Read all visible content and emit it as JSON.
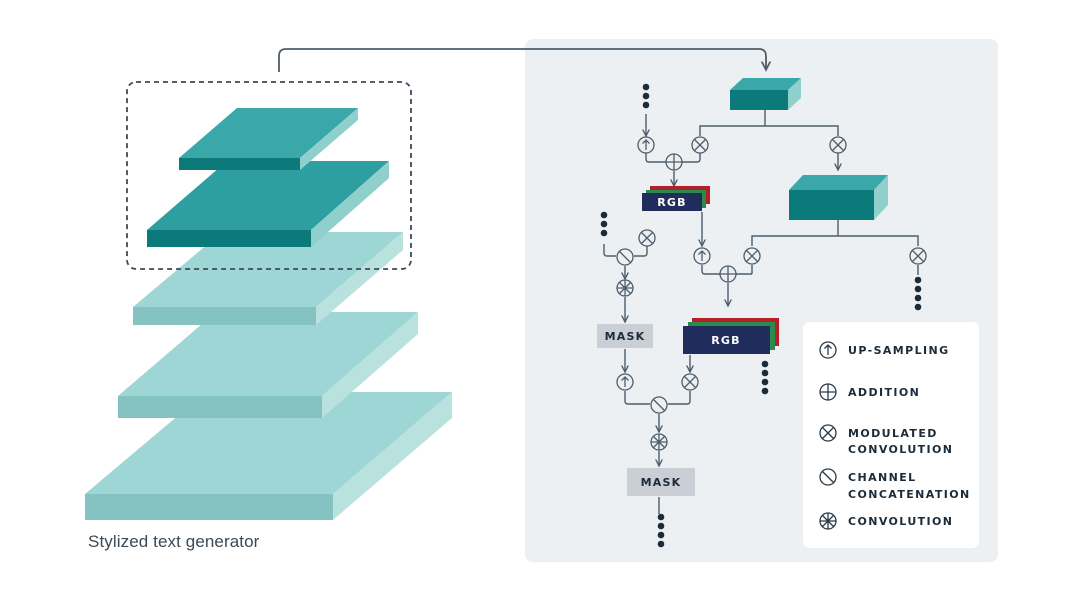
{
  "caption": "Stylized text generator",
  "blocks": {
    "rgb_1": "RGB",
    "rgb_2": "RGB",
    "mask_1": "MASK",
    "mask_2": "MASK"
  },
  "legend": {
    "items": [
      {
        "icon": "up-sampling-icon",
        "lines": [
          "UP-SAMPLING"
        ]
      },
      {
        "icon": "addition-icon",
        "lines": [
          "ADDITION"
        ]
      },
      {
        "icon": "modulated-convolution-icon",
        "lines": [
          "MODULATED",
          "CONVOLUTION"
        ]
      },
      {
        "icon": "channel-concatenation-icon",
        "lines": [
          "CHANNEL",
          "CONCATENATION"
        ]
      },
      {
        "icon": "convolution-icon",
        "lines": [
          "CONVOLUTION"
        ]
      }
    ]
  },
  "colors": {
    "teal_dark": "#0c7a7a",
    "teal_top": "#3aa7a9",
    "teal_side": "#8fd0cd",
    "light_top": "#9dd6d4",
    "light_front": "#84c3c1",
    "light_side": "#b9e2df",
    "panel_bg": "#edf0f3",
    "navy": "#1f2c5c",
    "line": "#4d5d6b"
  }
}
